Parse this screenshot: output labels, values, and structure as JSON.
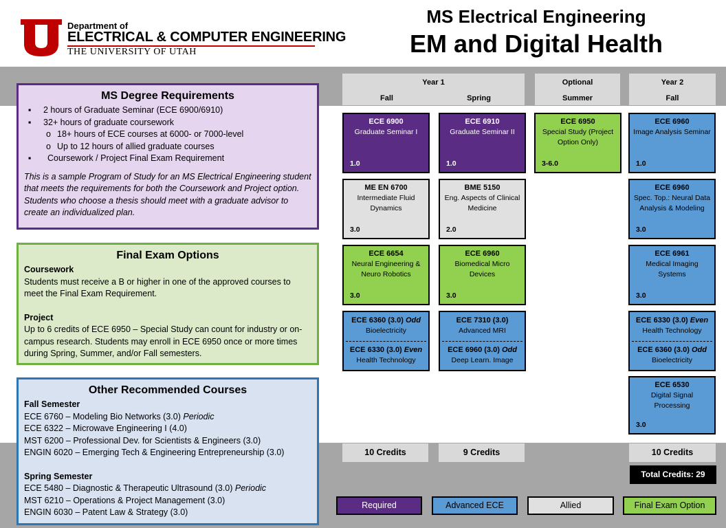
{
  "logo": {
    "department_of": "Department of",
    "department": "ELECTRICAL & COMPUTER ENGINEERING",
    "university": "THE UNIVERSITY OF UTAH"
  },
  "title": {
    "line1": "MS Electrical Engineering",
    "line2": "EM and Digital Health"
  },
  "requirements": {
    "heading": "MS Degree Requirements",
    "items": [
      "2 hours of Graduate Seminar (ECE 6900/6910)",
      "32+ hours of graduate coursework",
      "18+ hours of ECE courses at 6000- or 7000-level",
      "Up to 12 hours of allied graduate courses",
      "Coursework / Project Final Exam Requirement"
    ],
    "note": "This is a sample Program of Study for an MS Electrical Engineering student that meets the requirements for both the Coursework and Project option. Students who choose a thesis should meet with a graduate advisor to create an individualized plan."
  },
  "final_exam": {
    "heading": "Final Exam Options",
    "coursework_title": "Coursework",
    "coursework_text": "Students must receive a B or higher in one of the approved courses to meet the Final Exam Requirement.",
    "project_title": "Project",
    "project_text": "Up to 6 credits of ECE 6950 – Special Study can count for industry or on-campus research. Students may enroll in ECE 6950 once or more times during Spring, Summer, and/or Fall semesters."
  },
  "other": {
    "heading": "Other Recommended Courses",
    "fall_title": "Fall Semester",
    "fall": [
      {
        "text": "ECE 6760  – Modeling Bio Networks (3.0) ",
        "tag": "Periodic"
      },
      {
        "text": "ECE 6322  – Microwave Engineering I (4.0)",
        "tag": ""
      },
      {
        "text": "MST 6200  – Professional Dev. for Scientists & Engineers (3.0)",
        "tag": ""
      },
      {
        "text": "ENGIN 6020  – Emerging Tech & Engineering Entrepreneurship (3.0)",
        "tag": ""
      }
    ],
    "spring_title": "Spring Semester",
    "spring": [
      {
        "text": "ECE 5480  – Diagnostic & Therapeutic Ultrasound (3.0) ",
        "tag": "Periodic"
      },
      {
        "text": "MST 6210  – Operations & Project Management (3.0)",
        "tag": ""
      },
      {
        "text": "ENGIN 6030  – Patent Law & Strategy (3.0)",
        "tag": ""
      }
    ]
  },
  "columns": [
    {
      "l1": "Year 1",
      "l2": "Fall"
    },
    {
      "l1": "",
      "l2": "Spring"
    },
    {
      "l1": "Optional",
      "l2": "Summer"
    },
    {
      "l1": "Year 2",
      "l2": "Fall"
    }
  ],
  "courses": {
    "c1": {
      "code": "ECE 6900",
      "name": "Graduate Seminar I",
      "credits": "1.0"
    },
    "c2": {
      "code": "ECE 6910",
      "name": "Graduate Seminar II",
      "credits": "1.0"
    },
    "c3": {
      "code": "ECE 6950",
      "name": "Special Study (Project Option Only)",
      "credits": "3-6.0"
    },
    "c4": {
      "code": "ECE 6960",
      "name": "Image Analysis Seminar",
      "credits": "1.0"
    },
    "c5": {
      "code": "ME EN 6700",
      "name": "Intermediate Fluid Dynamics",
      "credits": "3.0"
    },
    "c6": {
      "code": "BME 5150",
      "name": "Eng. Aspects of Clinical Medicine",
      "credits": "2.0"
    },
    "c7": {
      "code": "ECE 6960",
      "name": "Spec. Top.: Neural Data Analysis & Modeling",
      "credits": "3.0"
    },
    "c8": {
      "code": "ECE 6654",
      "name": "Neural Engineering & Neuro Robotics",
      "credits": "3.0"
    },
    "c9": {
      "code": "ECE 6960",
      "name": "Biomedical Micro Devices",
      "credits": "3.0"
    },
    "c10": {
      "code": "ECE 6961",
      "name": "Medical Imaging Systems",
      "credits": "3.0"
    },
    "c11": {
      "code": "ECE 6530",
      "name": "Digital Signal Processing",
      "credits": "3.0"
    },
    "s1a": {
      "code": "ECE 6360 (3.0) ",
      "tag": "Odd",
      "name": "Bioelectricity"
    },
    "s1b": {
      "code": "ECE 6330 (3.0) ",
      "tag": "Even",
      "name": "Health Technology"
    },
    "s2a": {
      "code": "ECE 7310 (3.0)",
      "tag": "",
      "name": "Advanced MRI"
    },
    "s2b": {
      "code": "ECE 6960 (3.0) ",
      "tag": "Odd",
      "name": "Deep Learn. Image"
    },
    "s3a": {
      "code": "ECE 6330 (3.0) ",
      "tag": "Even",
      "name": "Health Technology"
    },
    "s3b": {
      "code": "ECE 6360 (3.0) ",
      "tag": "Odd",
      "name": "Bioelectricity"
    }
  },
  "credits": {
    "fall1": "10 Credits",
    "spring1": "9 Credits",
    "fall2": "10 Credits",
    "total": "Total Credits: 29"
  },
  "legend": [
    {
      "label": "Required",
      "color": "#5b2c83"
    },
    {
      "label": "Advanced ECE",
      "color": "#5b9bd5"
    },
    {
      "label": "Allied",
      "color": "#e0e0e0"
    },
    {
      "label": "Final Exam Option",
      "color": "#92d050"
    }
  ]
}
